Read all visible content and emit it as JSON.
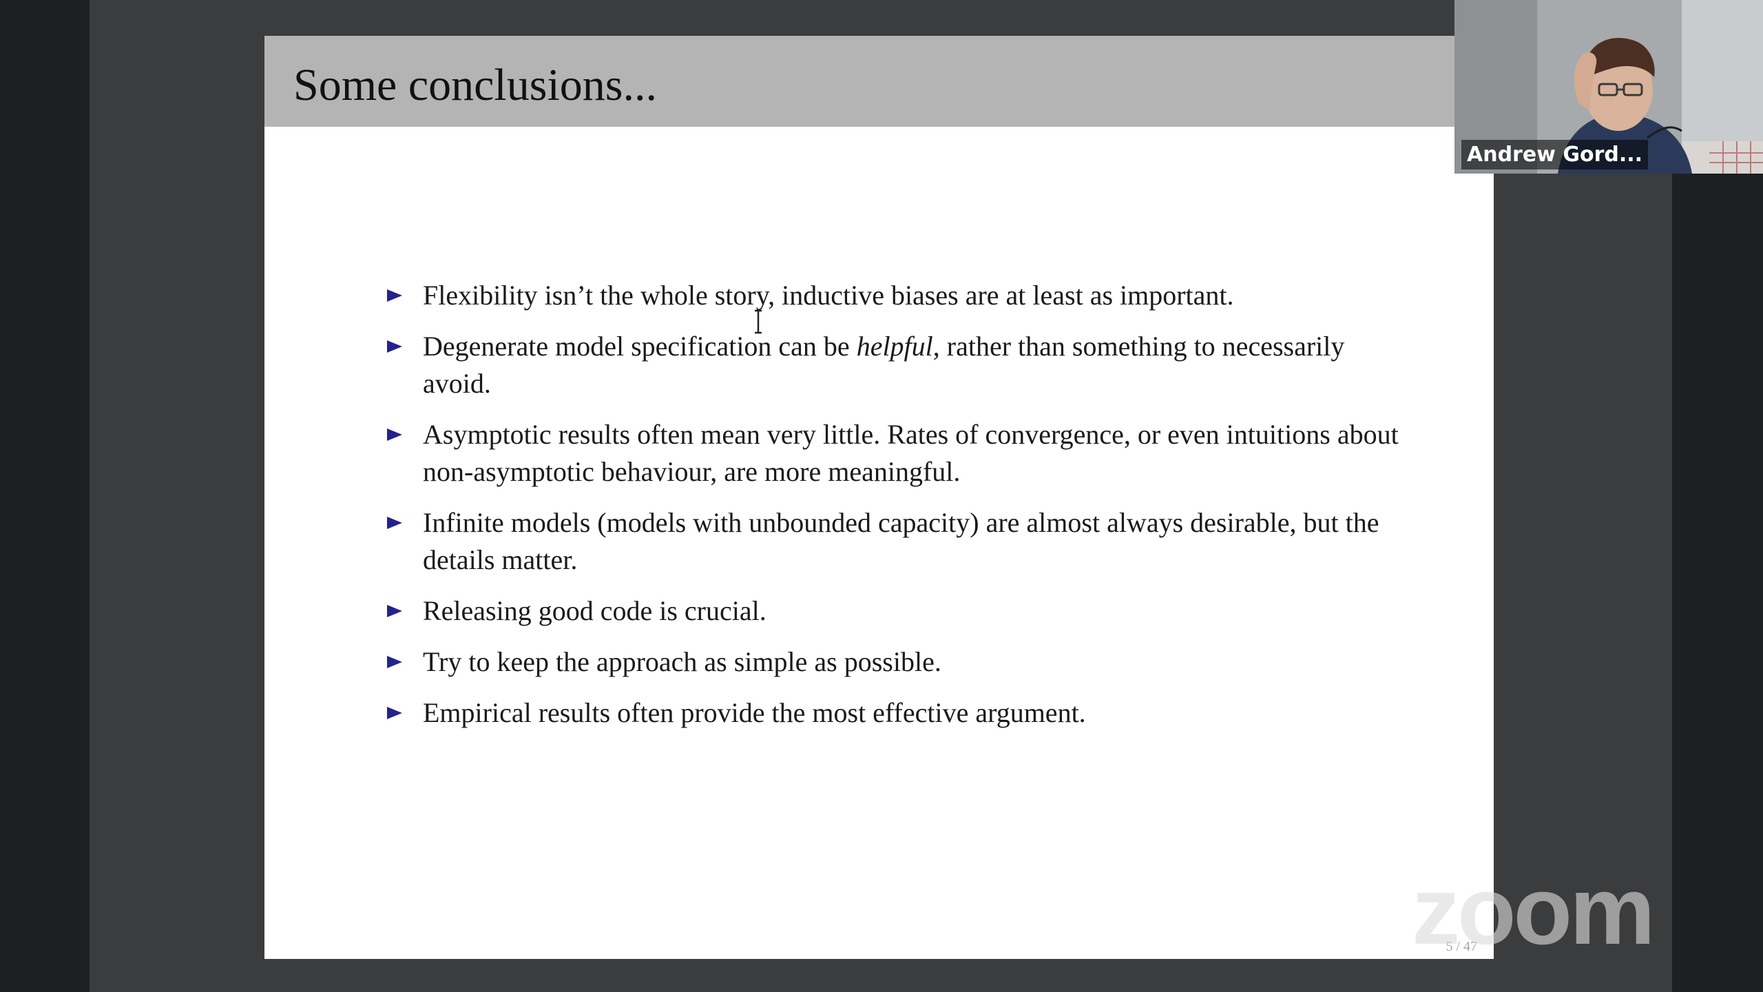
{
  "slide": {
    "title": "Some conclusions...",
    "bullets": [
      {
        "text_before": "Flexibility isn’t the whole story, inductive biases are at least as important.",
        "emphasis": "",
        "text_after": ""
      },
      {
        "text_before": "Degenerate model specification can be ",
        "emphasis": "helpful",
        "text_after": ", rather than something to necessarily avoid."
      },
      {
        "text_before": "Asymptotic results often mean very little. Rates of convergence, or even intuitions about non-asymptotic behaviour, are more meaningful.",
        "emphasis": "",
        "text_after": ""
      },
      {
        "text_before": "Infinite models (models with unbounded capacity) are almost always desirable, but the details matter.",
        "emphasis": "",
        "text_after": ""
      },
      {
        "text_before": "Releasing good code is crucial.",
        "emphasis": "",
        "text_after": ""
      },
      {
        "text_before": "Try to keep the approach as simple as possible.",
        "emphasis": "",
        "text_after": ""
      },
      {
        "text_before": "Empirical results often provide the most effective argument.",
        "emphasis": "",
        "text_after": ""
      }
    ],
    "page_number": "5 / 47",
    "bullet_icon": "triangle-right-icon",
    "bullet_color": "#23238e"
  },
  "watermark": {
    "brand": "zoom"
  },
  "participant": {
    "name": "Andrew Gord..."
  }
}
